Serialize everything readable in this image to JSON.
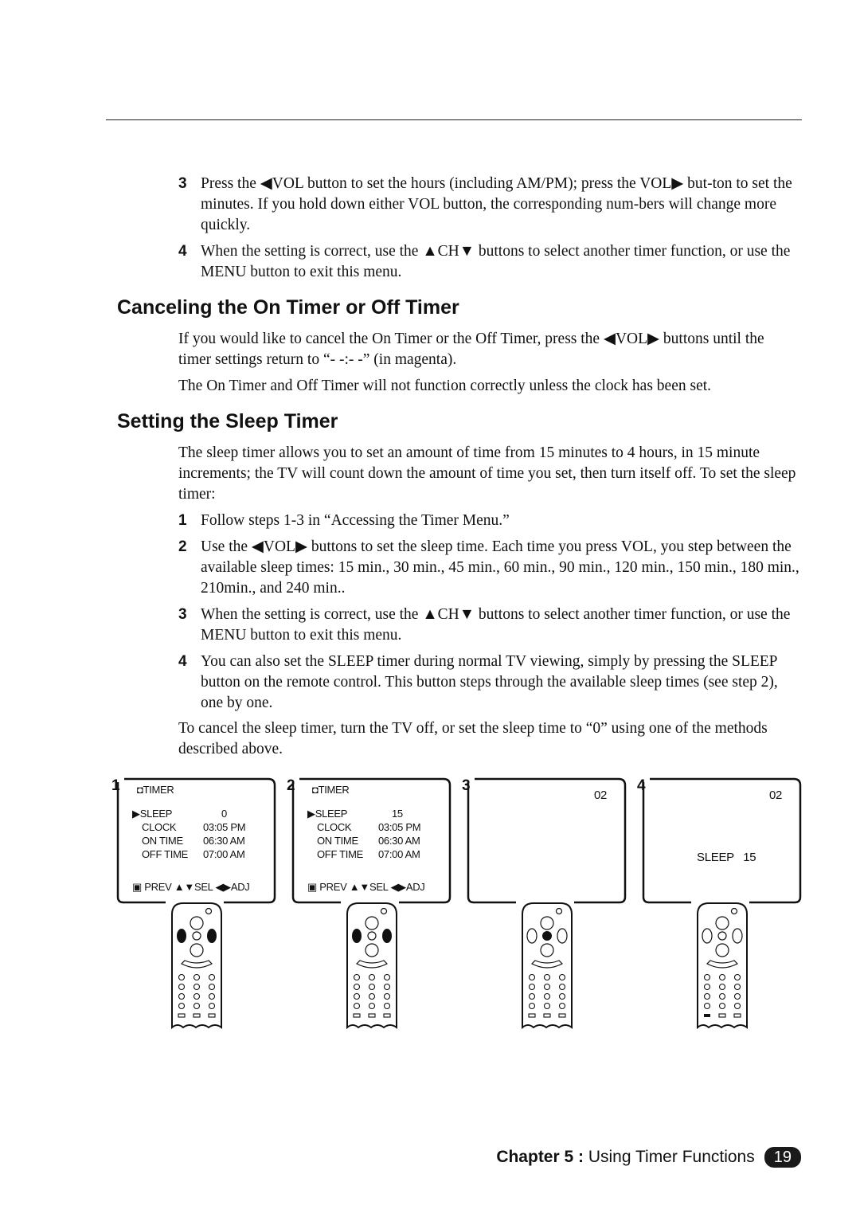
{
  "top_steps": [
    {
      "num": "3",
      "text": "Press the ◀VOL button to set the hours (including AM/PM); press the  VOL▶ but-ton to set the minutes. If you hold down either VOL button, the corresponding num-bers will change more quickly."
    },
    {
      "num": "4",
      "text": "When the setting is correct, use the  ▲CH▼ buttons to select another timer function, or use the MENU button to exit this menu."
    }
  ],
  "section1": {
    "title": "Canceling the On Timer or Off Timer",
    "p1": "If you would like to cancel the On Timer or the Off Timer, press the ◀VOL▶ buttons until the timer settings return to “- -:- -” (in magenta).",
    "p2": "The On Timer and Off Timer will not function correctly unless the clock has been set."
  },
  "section2": {
    "title": "Setting the Sleep Timer",
    "intro": "The sleep timer allows you to set an amount of time from 15 minutes to 4 hours, in 15 minute increments; the TV will count down the amount of time you set, then turn itself off. To set the sleep timer:",
    "steps": [
      {
        "num": "1",
        "text": "Follow steps 1-3 in “Accessing the Timer Menu.”"
      },
      {
        "num": "2",
        "text": "Use the ◀VOL▶ buttons to set the sleep time. Each time you press VOL, you step between the available sleep times: 15 min., 30 min., 45 min., 60 min., 90 min., 120 min., 150 min., 180 min., 210min., and 240 min.."
      },
      {
        "num": "3",
        "text": "When the setting is correct, use the  ▲CH▼ buttons to select another timer function, or use the MENU button to exit this menu."
      },
      {
        "num": "4",
        "text": "You can also set the SLEEP timer during normal TV viewing, simply by pressing the SLEEP button on the remote control. This button steps through the available sleep times (see step 2), one by one."
      }
    ],
    "outro": "To cancel the sleep timer, turn the TV off, or set the sleep time to “0” using one of the methods described above."
  },
  "figures": [
    {
      "num": "1",
      "menu": {
        "title": "TIMER",
        "rows": [
          [
            "▶SLEEP",
            "0"
          ],
          [
            "CLOCK",
            "03:05 PM"
          ],
          [
            "ON TIME",
            "06:30 AM"
          ],
          [
            "OFF TIME",
            "07:00 AM"
          ]
        ],
        "footer": "PREV ▲▼SEL ◀▶ADJ"
      }
    },
    {
      "num": "2",
      "menu": {
        "title": "TIMER",
        "rows": [
          [
            "▶SLEEP",
            "15"
          ],
          [
            "CLOCK",
            "03:05 PM"
          ],
          [
            "ON TIME",
            "06:30 AM"
          ],
          [
            "OFF TIME",
            "07:00 AM"
          ]
        ],
        "footer": "PREV ▲▼SEL ◀▶ADJ"
      }
    },
    {
      "num": "3",
      "channel": "02"
    },
    {
      "num": "4",
      "channel": "02",
      "sleep": "SLEEP   15"
    }
  ],
  "footer": {
    "chapter": "Chapter 5 :",
    "title": " Using Timer Functions",
    "page": "19"
  }
}
